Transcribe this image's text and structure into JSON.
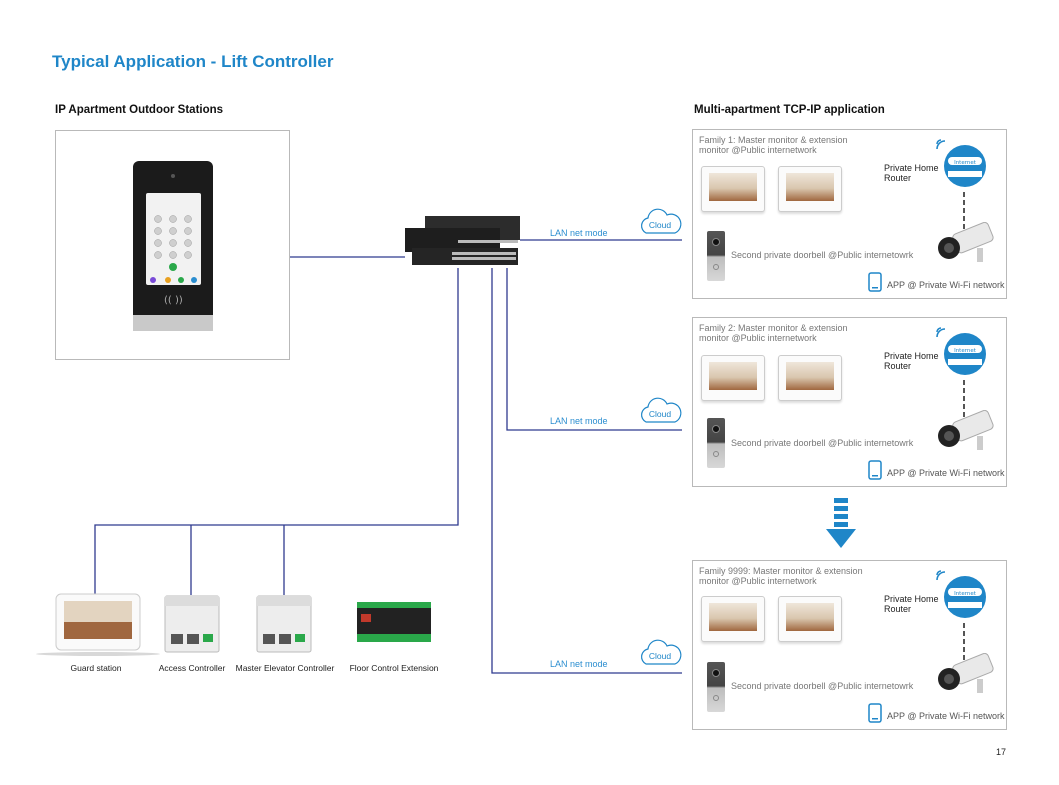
{
  "title": "Typical Application - Lift Controller",
  "left_section": {
    "heading": "IP Apartment Outdoor Stations"
  },
  "right_section": {
    "heading": "Multi-apartment TCP-IP application"
  },
  "families": [
    {
      "title": "Family 1: Master monitor & extension monitor @Public internetwork",
      "router_label": "Private Home\nRouter",
      "internet_label": "Internet",
      "doorbell_label": "Second private doorbell @Public internetowrk",
      "app_label": "APP @ Private Wi-Fi network",
      "lan_label": "LAN net mode",
      "cloud_label": "Cloud"
    },
    {
      "title": "Family 2: Master monitor & extension monitor @Public internetwork",
      "router_label": "Private Home\nRouter",
      "internet_label": "Internet",
      "doorbell_label": "Second private doorbell @Public internetowrk",
      "app_label": "APP @ Private Wi-Fi network",
      "lan_label": "LAN net mode",
      "cloud_label": "Cloud"
    },
    {
      "title": "Family 9999: Master monitor & extension monitor @Public internetwork",
      "router_label": "Private Home\nRouter",
      "internet_label": "Internet",
      "doorbell_label": "Second private doorbell @Public internetowrk",
      "app_label": "APP @ Private Wi-Fi network",
      "lan_label": "LAN net mode",
      "cloud_label": "Cloud"
    }
  ],
  "devices": [
    {
      "label": "Guard station"
    },
    {
      "label": "Access Controller"
    },
    {
      "label": "Master Elevator Controller"
    },
    {
      "label": "Floor Control Extension"
    }
  ],
  "page_number": "17",
  "colors": {
    "title": "#1f86c8",
    "link_line": "#2f3a8f",
    "accent_blue": "#1f86c8",
    "panel_border": "#b9b9b9"
  },
  "icons": [
    "outdoor-station-keypad",
    "network-switch",
    "cloud-icon",
    "router-icon",
    "wifi-icon",
    "ip-camera-icon",
    "smartphone-icon",
    "down-arrow-icon"
  ]
}
